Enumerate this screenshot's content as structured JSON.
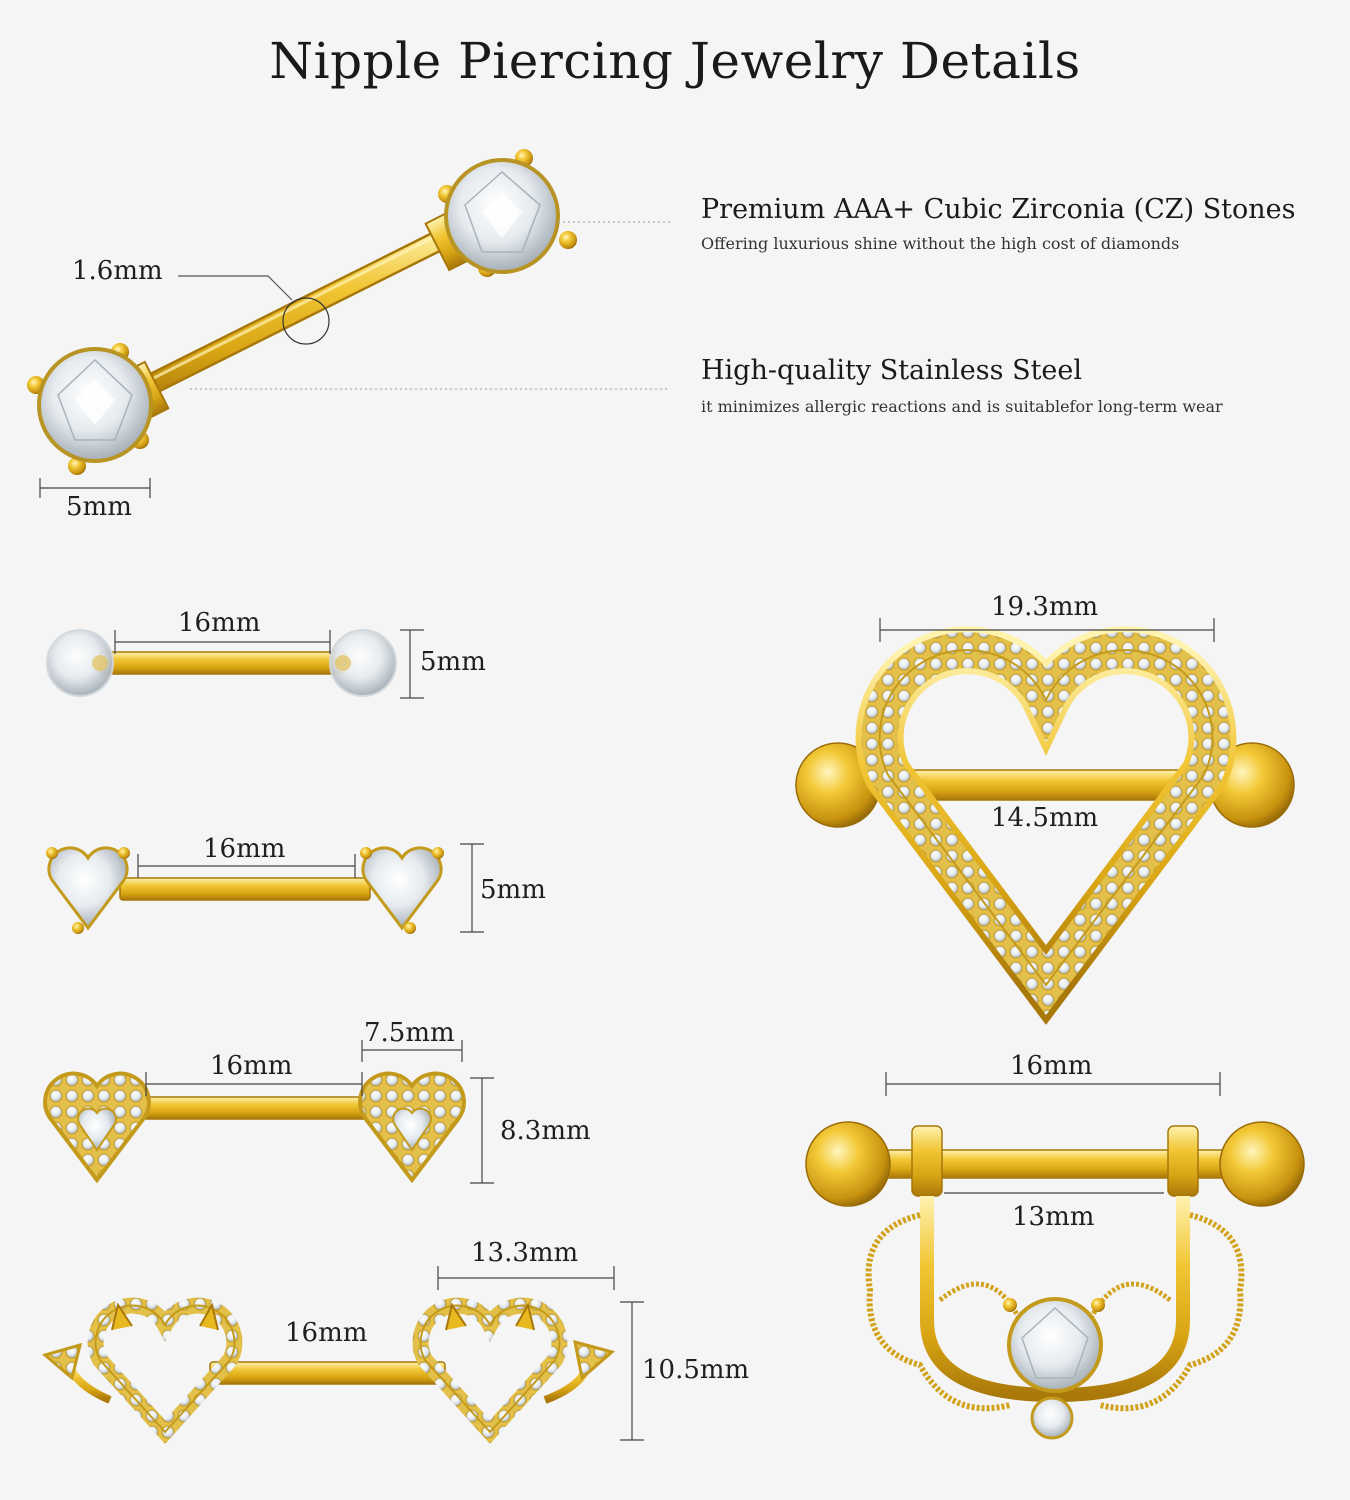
{
  "title": "Nipple Piercing Jewelry Details",
  "features": [
    {
      "title": "Premium AAA+ Cubic Zirconia (CZ) Stones",
      "desc": "Offering luxurious shine without the high cost of diamonds"
    },
    {
      "title": "High-quality Stainless Steel",
      "desc": "it minimizes allergic reactions and is suitablefor long-term wear"
    }
  ],
  "dimensions": {
    "main_gauge": "1.6mm",
    "main_stone": "5mm",
    "bar1_length": "16mm",
    "bar1_height": "5mm",
    "bar2_length": "16mm",
    "bar2_height": "5mm",
    "bar3_length": "16mm",
    "bar3_width": "7.5mm",
    "bar3_height": "8.3mm",
    "bar4_length": "16mm",
    "bar4_width": "13.3mm",
    "bar4_height": "10.5mm",
    "shield_heart_width": "19.3mm",
    "shield_heart_inner": "14.5mm",
    "shield_lace_length": "16mm",
    "shield_lace_inner": "13mm"
  },
  "colors": {
    "gold": "#e8b820",
    "gold_dark": "#b98a12",
    "stone": "#e9eef2",
    "background": "#f5f5f5"
  }
}
